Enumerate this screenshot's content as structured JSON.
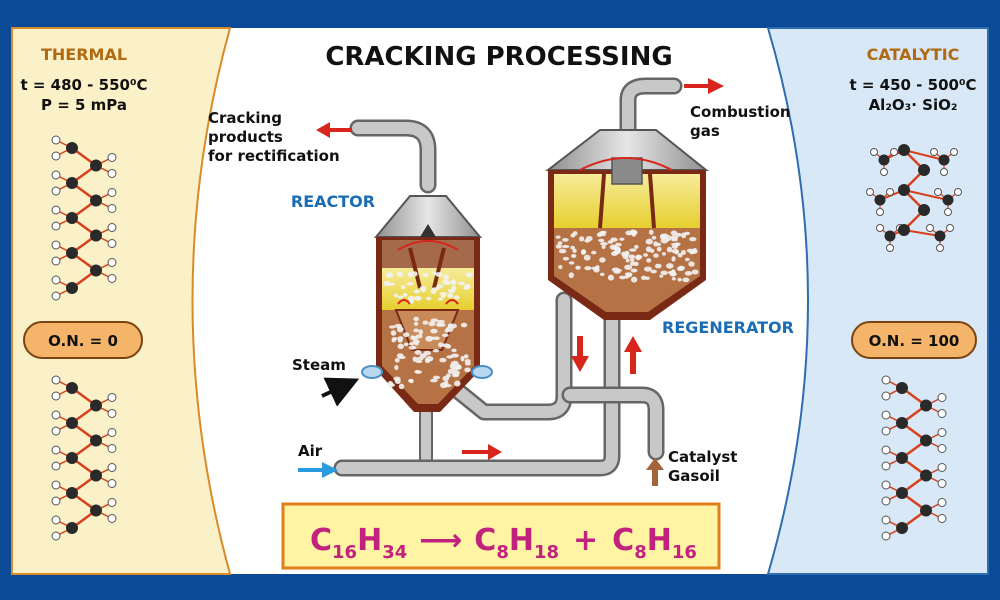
{
  "title": "CRACKING PROCESSING",
  "thermal": {
    "heading": "THERMAL",
    "temp": "t = 480 - 550⁰C",
    "pressure": "P = 5 mPa",
    "on_badge": "O.N. = 0"
  },
  "catalytic": {
    "heading": "CATALYTIC",
    "temp": "t = 450 - 500⁰C",
    "catalyst": "Al₂O₃· SiO₂",
    "on_badge": "O.N. = 100"
  },
  "labels": {
    "reactor": "REACTOR",
    "regenerator": "REGENERATOR",
    "products_l1": "Cracking",
    "products_l2": "products",
    "products_l3": "for rectification",
    "combustion_l1": "Combustion",
    "combustion_l2": "gas",
    "steam": "Steam",
    "air": "Air",
    "catalyst": "Catalyst",
    "gasoil": "Gasoil"
  },
  "equation": {
    "reactant": "C",
    "reactant_sub1": "16",
    "reactant_h": "H",
    "reactant_sub2": "34",
    "arrow": "⟶",
    "prod1": "C",
    "prod1_sub1": "8",
    "prod1_h": "H",
    "prod1_sub2": "18",
    "plus": "+",
    "prod2": "C",
    "prod2_sub1": "8",
    "prod2_h": "H",
    "prod2_sub2": "16"
  },
  "colors": {
    "frame": "#0a4a96",
    "thermal_bg": "#fbf1c8",
    "catalytic_bg": "#d8e8f7",
    "title": "#111111",
    "section_heading": "#b06a12",
    "blue_label": "#1a6cb4",
    "red_arrow": "#d8261c",
    "badge_fill": "#f4b46a",
    "equation_bg": "#fff3a4",
    "equation_text": "#c0227e",
    "pipe": "#a9a9a9",
    "vessel_wall": "#7a2a14",
    "catalyst_bed": "#b57245",
    "gas_zone": "#f2e04a"
  }
}
